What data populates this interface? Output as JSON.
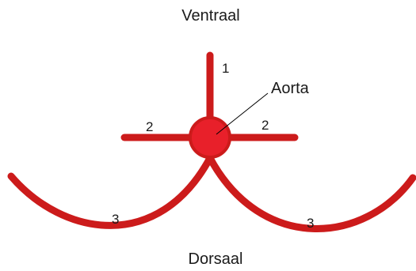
{
  "diagram": {
    "labels": {
      "top": "Ventraal",
      "bottom": "Dorsaal",
      "center": "Aorta"
    },
    "branches": {
      "ventral": "1",
      "lateral_left": "2",
      "lateral_right": "2",
      "dorsal_left": "3",
      "dorsal_right": "3"
    },
    "colors": {
      "vessel": "#cc1b1b",
      "aorta_fill": "#e8202a",
      "text": "#1a1a1a",
      "leader": "#000000"
    }
  }
}
